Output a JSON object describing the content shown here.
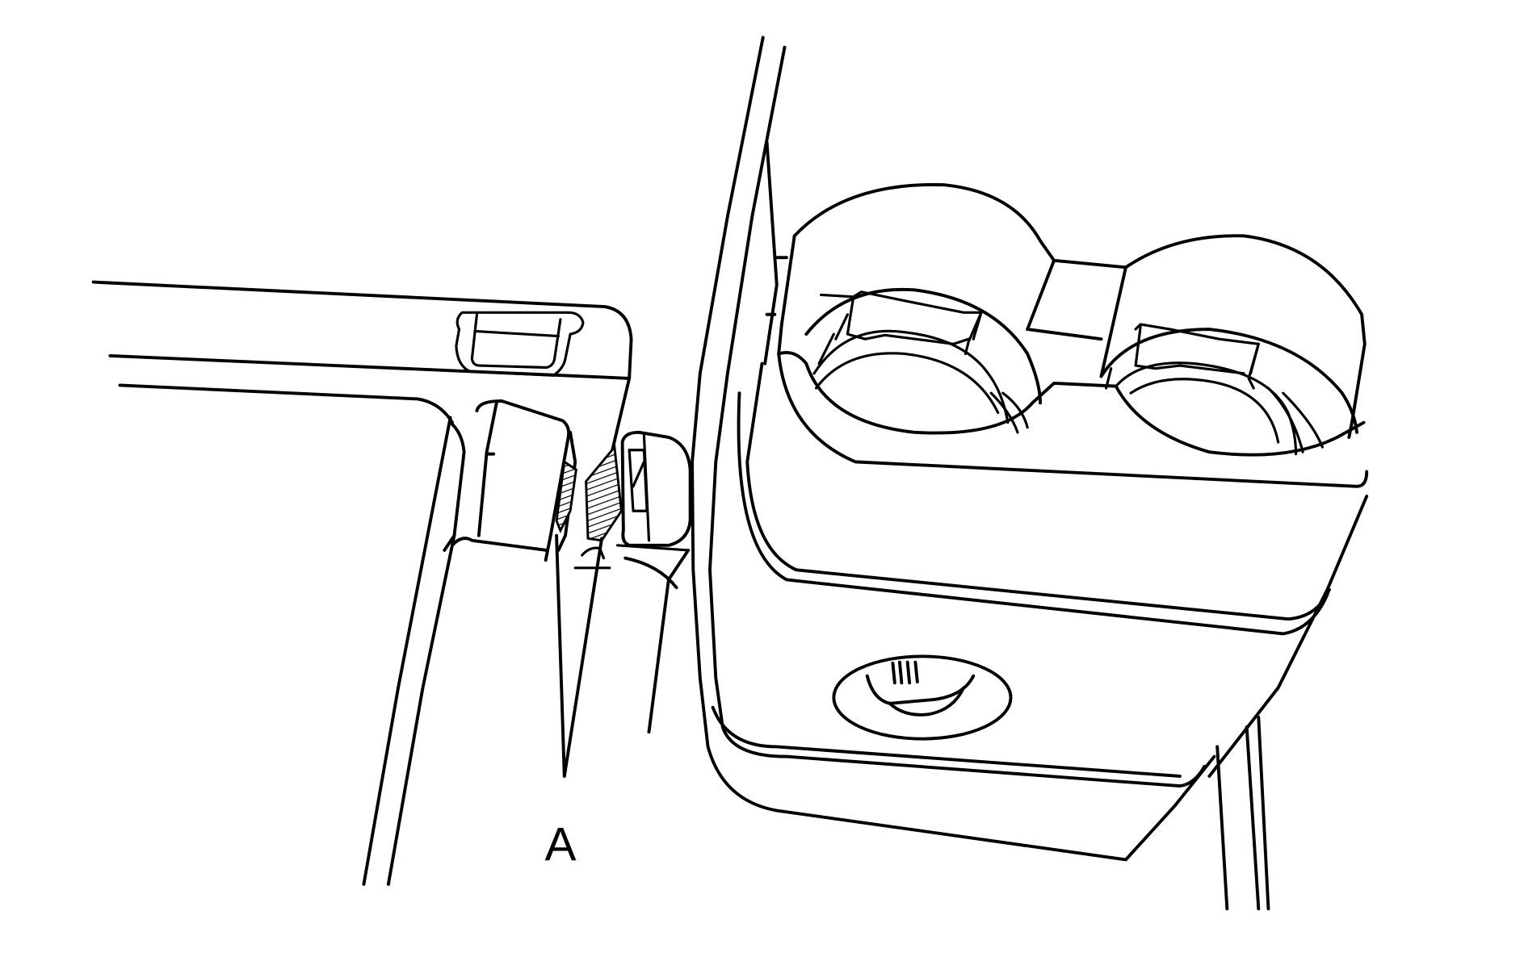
{
  "figure": {
    "description": "Service illustration: center console cup holder assembly with adjacent trim bracket",
    "background": "#ffffff",
    "line_color": "#000000"
  },
  "callouts": [
    {
      "id": "A",
      "label": "A",
      "points_to": "hatched clip/retainer pads between bracket and console"
    }
  ],
  "components": [
    {
      "name": "cup-holder-left"
    },
    {
      "name": "cup-holder-right"
    },
    {
      "name": "console-knob"
    },
    {
      "name": "trim-bracket"
    },
    {
      "name": "retainer-clip"
    }
  ]
}
